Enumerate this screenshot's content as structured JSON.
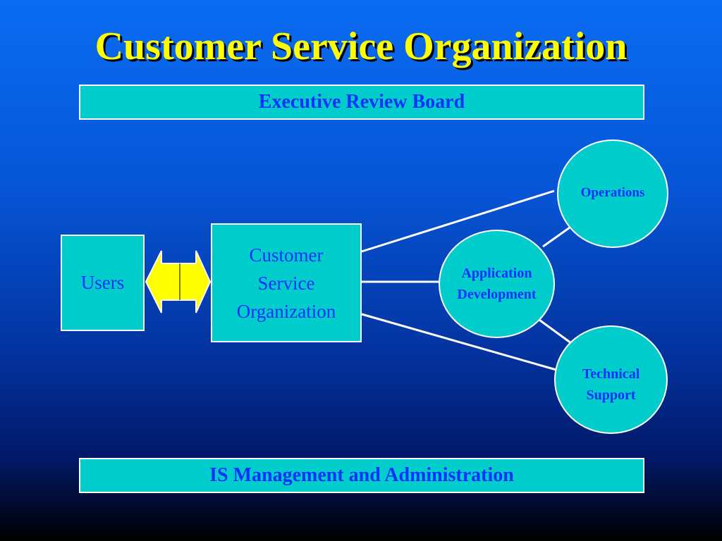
{
  "title": "Customer Service Organization",
  "top_bar": "Executive Review Board",
  "bottom_bar": "IS Management and Administration",
  "users": "Users",
  "cso_box": {
    "line1": "Customer",
    "line2": "Service",
    "line3": "Organization"
  },
  "circles": {
    "operations": "Operations",
    "app_line1": "Application",
    "app_line2": "Development",
    "tech_line1": "Technical",
    "tech_line2": "Support"
  },
  "colors": {
    "title": "#ffff00",
    "box_fill": "#00cccc",
    "box_text": "#0033ff",
    "arrow": "#ffff00",
    "connector": "#ffffff"
  },
  "icons": {
    "users_cso_link": "double-arrow-icon"
  }
}
